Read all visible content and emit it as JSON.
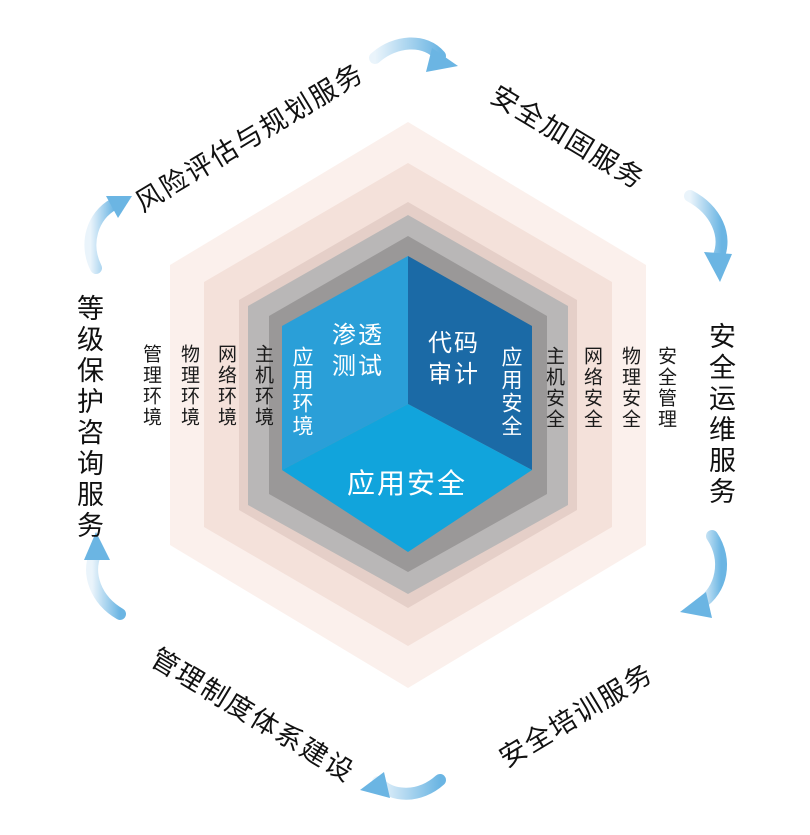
{
  "outer_services": {
    "risk_assessment": "风险评估与规划服务",
    "security_hardening": "安全加固服务",
    "security_operations": "安全运维服务",
    "security_training": "安全培训服务",
    "management_system": "管理制度体系建设",
    "classified_protection": "等级保护咨询服务"
  },
  "left_columns": {
    "management_env": "管理环境",
    "physical_env": "物理环境",
    "network_env": "网络环境",
    "host_env": "主机环境"
  },
  "right_columns": {
    "host_security": "主机安全",
    "network_security": "网络安全",
    "physical_security": "物理安全",
    "security_management": "安全管理"
  },
  "cube": {
    "left_face_vertical": "应用环境",
    "left_face_title": "渗透测试",
    "right_face_title": "代码审计",
    "right_face_vertical": "应用安全",
    "bottom_face": "应用安全"
  },
  "colors": {
    "ring_outer": "#fbf0ec",
    "ring_2": "#f4e1da",
    "ring_3": "#e5cfc8",
    "ring_gray": "#b9b7b7",
    "ring_dark": "#8e8c8c",
    "cube_left": "#2a9fd8",
    "cube_right": "#1b6aa6",
    "cube_bottom": "#11a4dc",
    "arrow": "#8ec5e8"
  }
}
